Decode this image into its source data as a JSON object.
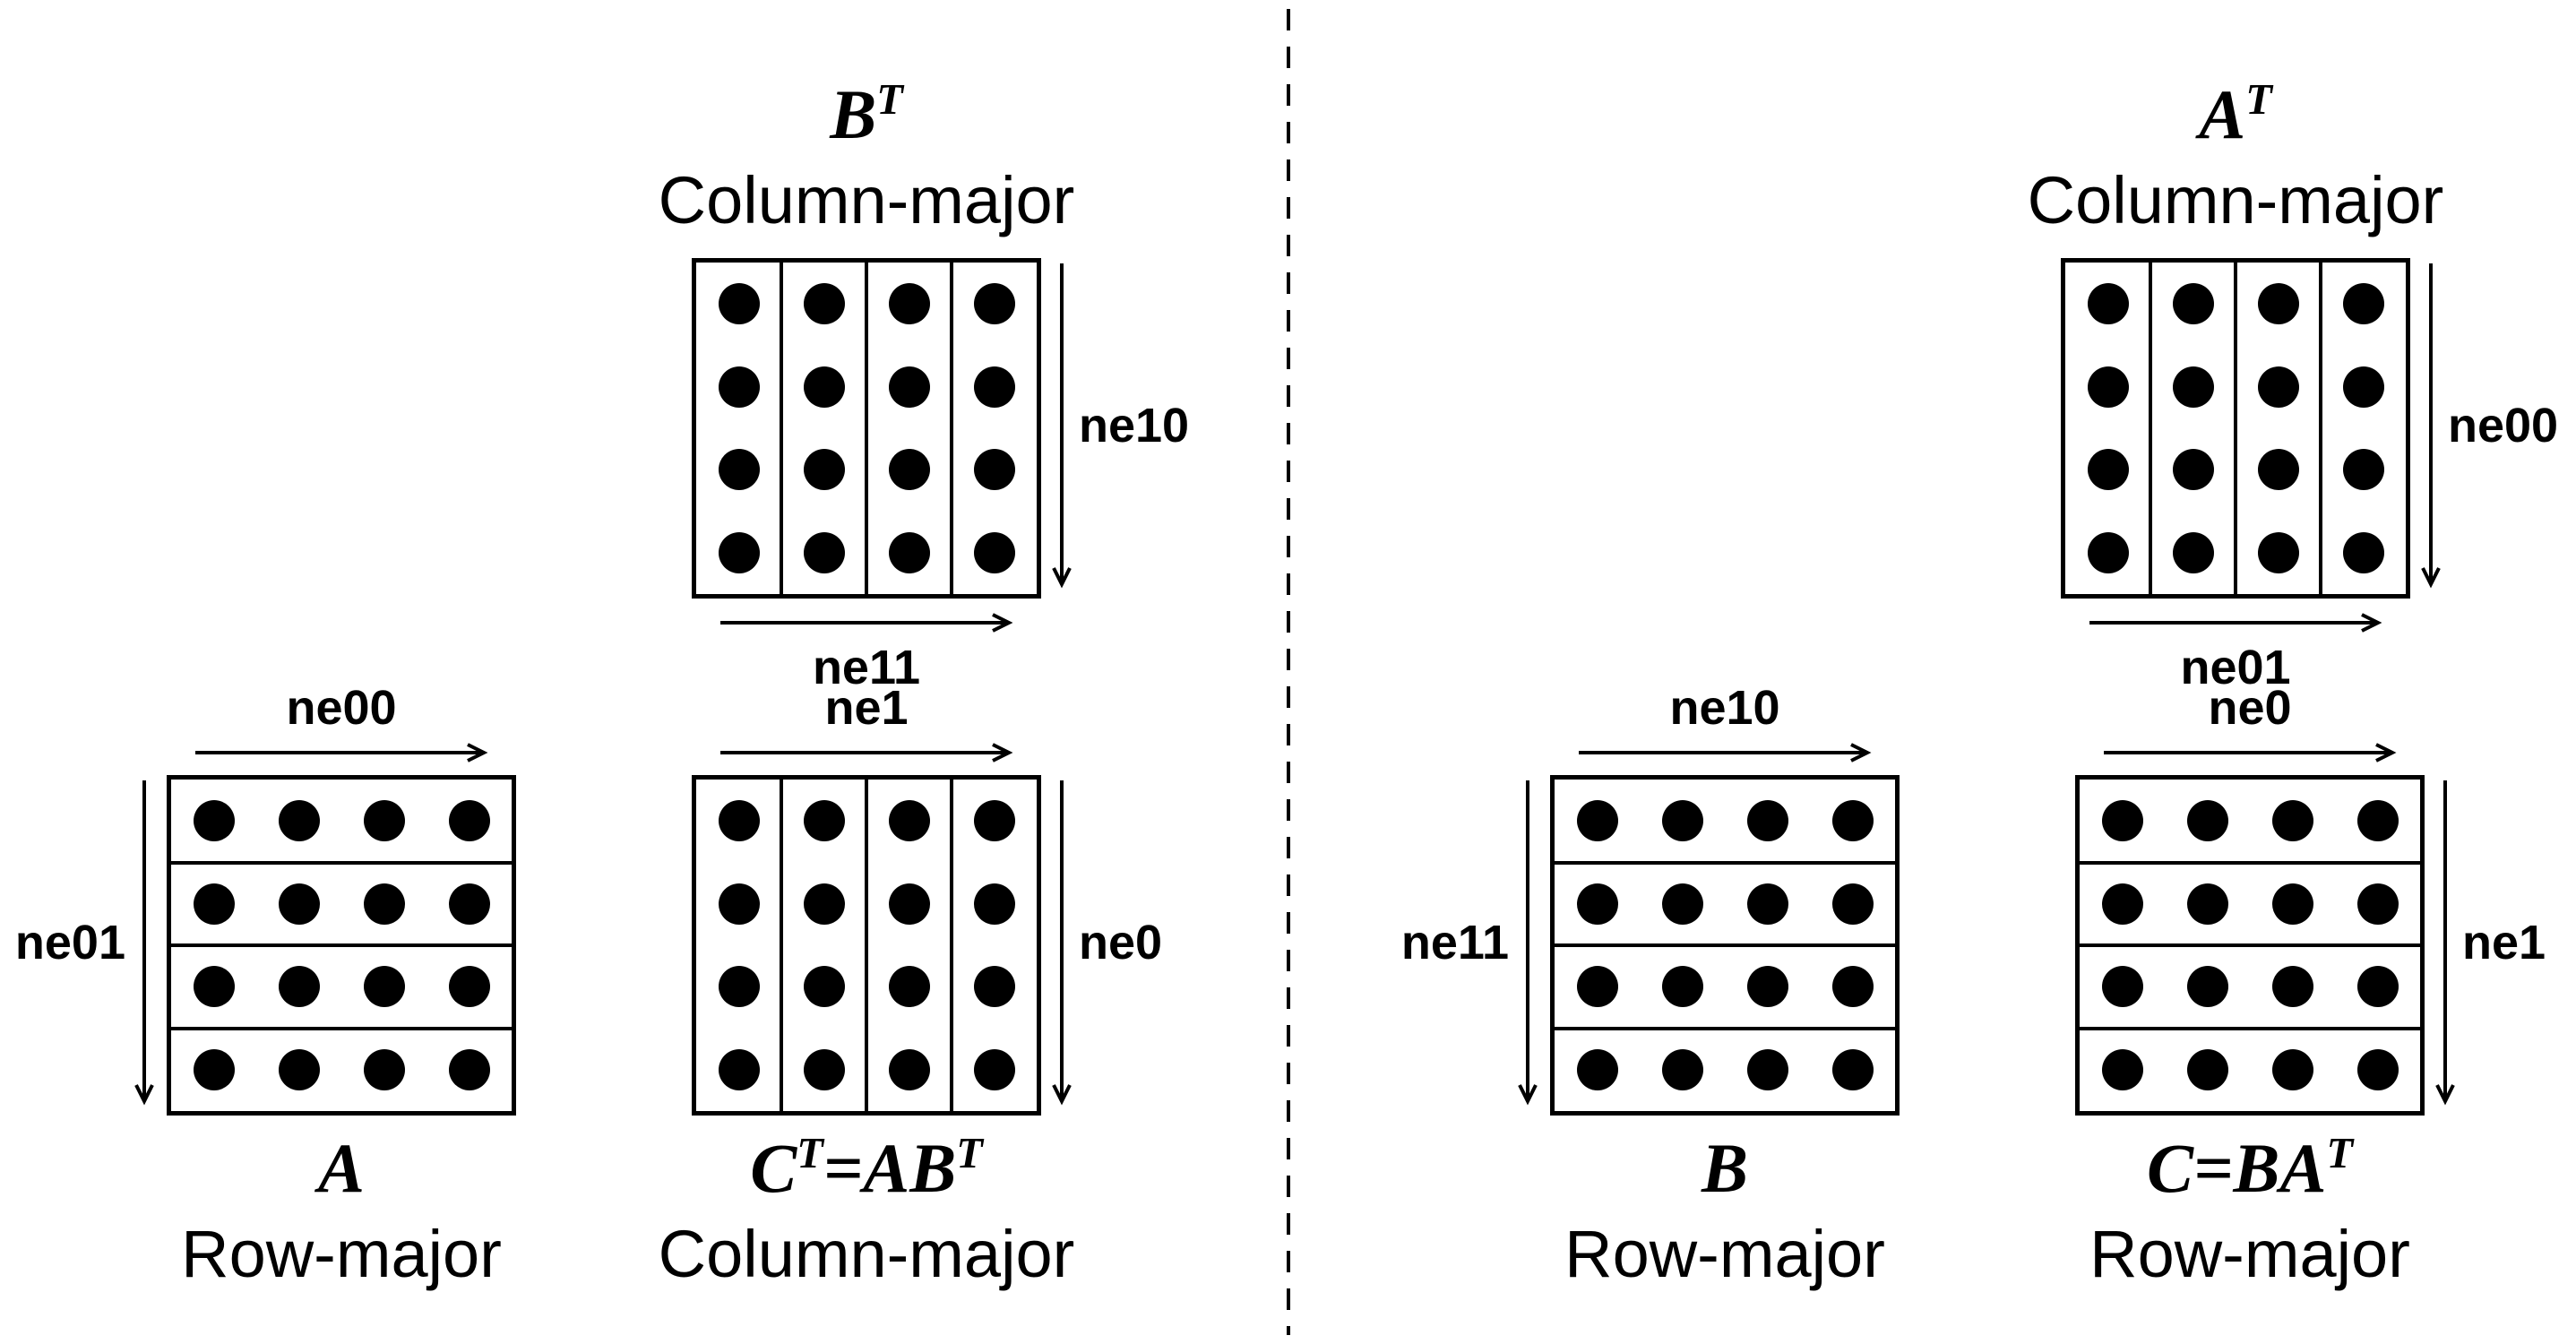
{
  "figure": {
    "background": "#ffffff",
    "foreground": "#000000",
    "grid": {
      "rows": 4,
      "cols": 4
    },
    "divider_style": "vertical-dashed"
  },
  "matrices": [
    {
      "id": "b-transpose",
      "name_seg1": "B",
      "name_sup1": "T",
      "name_seg2": "",
      "name_sup2": "",
      "layout": "Column-major",
      "divider_orientation": "vertical",
      "arrow_right": "ne10",
      "arrow_bottom": "ne11"
    },
    {
      "id": "a",
      "name_seg1": "A",
      "name_sup1": "",
      "name_seg2": "",
      "name_sup2": "",
      "layout": "Row-major",
      "divider_orientation": "horizontal",
      "arrow_top": "ne00",
      "arrow_left": "ne01"
    },
    {
      "id": "c-transpose",
      "name_seg1": "C",
      "name_sup1": "T",
      "name_seg2": "=AB",
      "name_sup2": "T",
      "layout": "Column-major",
      "divider_orientation": "vertical",
      "arrow_top": "ne1",
      "arrow_right": "ne0"
    },
    {
      "id": "b",
      "name_seg1": "B",
      "name_sup1": "",
      "name_seg2": "",
      "name_sup2": "",
      "layout": "Row-major",
      "divider_orientation": "horizontal",
      "arrow_top": "ne10",
      "arrow_left": "ne11"
    },
    {
      "id": "a-transpose",
      "name_seg1": "A",
      "name_sup1": "T",
      "name_seg2": "",
      "name_sup2": "",
      "layout": "Column-major",
      "divider_orientation": "vertical",
      "arrow_right": "ne00",
      "arrow_bottom": "ne01"
    },
    {
      "id": "c",
      "name_seg1": "C=BA",
      "name_sup1": "T",
      "name_seg2": "",
      "name_sup2": "",
      "layout": "Row-major",
      "divider_orientation": "horizontal",
      "arrow_top": "ne0",
      "arrow_right": "ne1"
    }
  ]
}
